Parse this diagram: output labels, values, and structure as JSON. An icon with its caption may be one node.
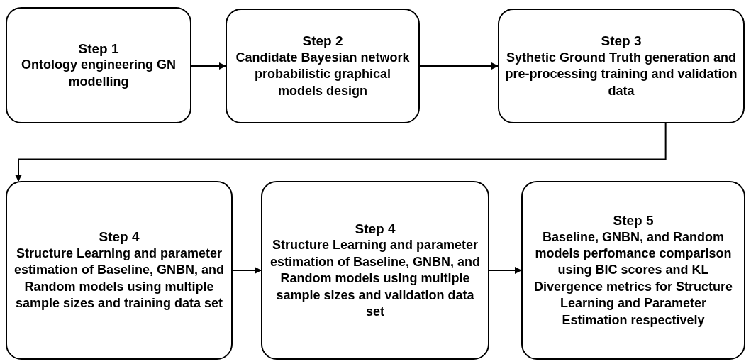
{
  "diagram": {
    "nodes": [
      {
        "text": [
          "Step 1",
          "Ontology engineering GN modelling"
        ]
      },
      {
        "text": [
          "Step 2",
          "Candidate Bayesian network probabilistic graphical models design"
        ]
      },
      {
        "text": [
          "Step 3",
          "Sythetic Ground Truth generation and pre-processing training and validation data"
        ]
      },
      {
        "text": [
          "Step 4",
          "Structure Learning and parameter estimation of Baseline, GNBN, and  Random models using multiple sample sizes and training data set"
        ]
      },
      {
        "text": [
          "Step 4",
          "Structure Learning and parameter estimation of Baseline, GNBN, and  Random models using multiple sample sizes and validation data set"
        ]
      },
      {
        "text": [
          "Step 5",
          "Baseline, GNBN, and  Random models perfomance comparison using BIC scores and KL Divergence metrics for Structure Learning and Parameter Estimation respectively"
        ]
      }
    ],
    "edges": [
      {
        "from": 0,
        "to": 1,
        "arrow": "to"
      },
      {
        "from": 1,
        "to": 2,
        "arrow": "to"
      },
      {
        "from": 2,
        "to": 3,
        "arrow": "to"
      },
      {
        "from": 3,
        "to": 4,
        "arrow": "to"
      },
      {
        "from": 4,
        "to": 5,
        "arrow": "to"
      }
    ]
  }
}
